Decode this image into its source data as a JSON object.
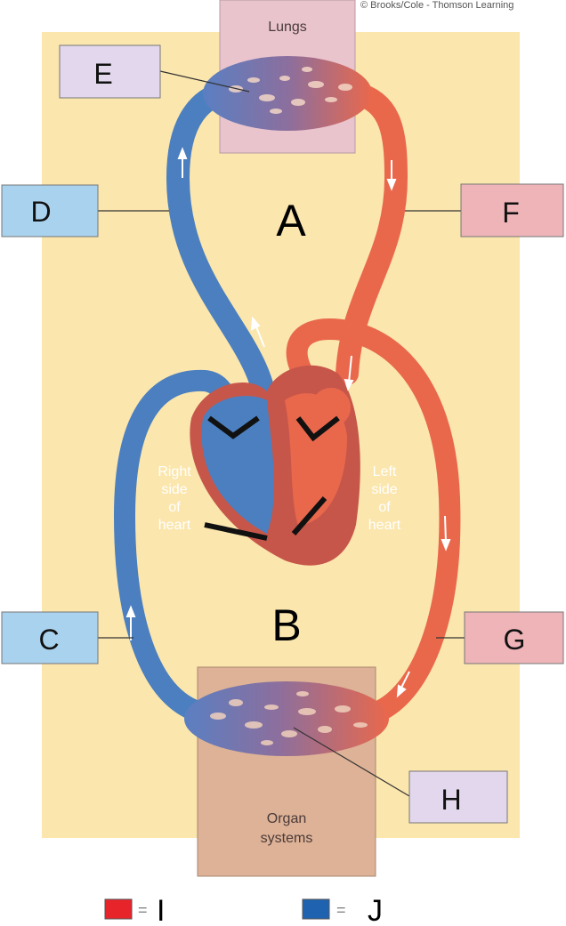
{
  "credit": "© Brooks/Cole - Thomson Learning",
  "organs": {
    "lungs": "Lungs",
    "organ_systems_line1": "Organ",
    "organ_systems_line2": "systems"
  },
  "heart_sides": {
    "right": [
      "Right",
      "side",
      "of",
      "heart"
    ],
    "left": [
      "Left",
      "side",
      "of",
      "heart"
    ]
  },
  "circuit_labels": {
    "pulmonary": "A",
    "systemic": "B"
  },
  "label_boxes": {
    "C": "C",
    "D": "D",
    "E": "E",
    "F": "F",
    "G": "G",
    "H": "H"
  },
  "legend": {
    "items": [
      {
        "swatch_color": "#e8242b",
        "equals": "=",
        "label": "I"
      },
      {
        "swatch_color": "#1f63b0",
        "equals": "=",
        "label": "J"
      }
    ]
  },
  "colors": {
    "background": "#fbe6ad",
    "oxygenated": "#e9684c",
    "deoxygenated": "#4b7fbf",
    "heart_muscle": "#c7564a",
    "lungs_box": "#e9c4cd",
    "organ_box": "#ddb296",
    "box_blue": "#a9d2ee",
    "box_pink": "#eeb4b8",
    "box_lavender": "#e2d7ec"
  }
}
